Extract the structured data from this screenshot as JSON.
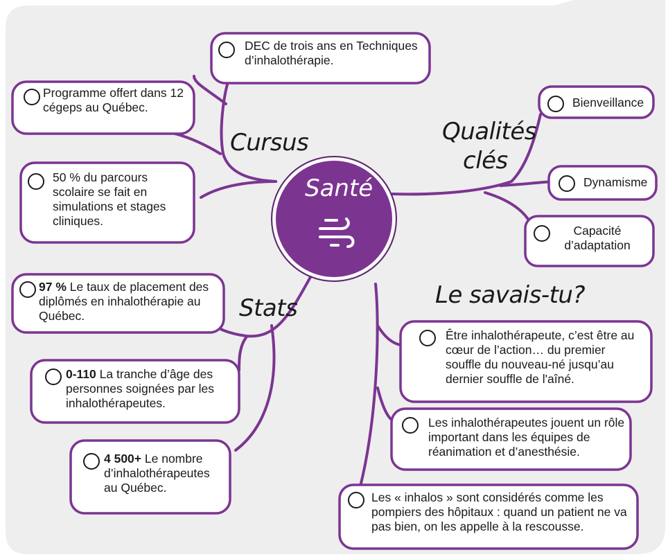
{
  "center": {
    "title": "Santé",
    "icon": "wind-breath-icon"
  },
  "colors": {
    "accent": "#7b3591",
    "background": "#eeeeee",
    "box": "#ffffff",
    "ink": "#1a1a1a"
  },
  "branches": {
    "cursus": {
      "label": "Cursus",
      "items": [
        {
          "text": "DEC de trois ans en Techniques d’inhalothérapie."
        },
        {
          "text": "Programme offert dans 12 cégeps au Québec."
        },
        {
          "text": "50 % du parcours scolaire se fait en simulations et stages cliniques."
        }
      ]
    },
    "qualites": {
      "label_line1": "Qualités",
      "label_line2": "clés",
      "items": [
        {
          "text": "Bienveillance"
        },
        {
          "text": "Dynamisme"
        },
        {
          "text": "Capacité d’adaptation"
        }
      ]
    },
    "stats": {
      "label": "Stats",
      "items": [
        {
          "value": "97 %",
          "text": " Le taux de placement des diplômés en inhalothérapie au Québec."
        },
        {
          "value": "0-110",
          "text": " La tranche d’âge des personnes soignées par les inhalothérapeutes."
        },
        {
          "value": "4 500+",
          "text": " Le nombre d’inhalothérapeutes au Québec."
        }
      ]
    },
    "savais": {
      "label": "Le savais-tu?",
      "items": [
        {
          "text": "Être inhalothérapeute, c’est être au cœur de l’action… du premier souffle du nouveau-né jusqu’au dernier souffle de l'aîné."
        },
        {
          "text": "Les inhalothérapeutes jouent un rôle important dans les équipes de réanimation et d’anesthésie."
        },
        {
          "text": "Les « inhalos » sont considérés comme les pompiers des hôpitaux : quand un patient ne va pas bien, on les appelle à la rescousse."
        }
      ]
    }
  }
}
